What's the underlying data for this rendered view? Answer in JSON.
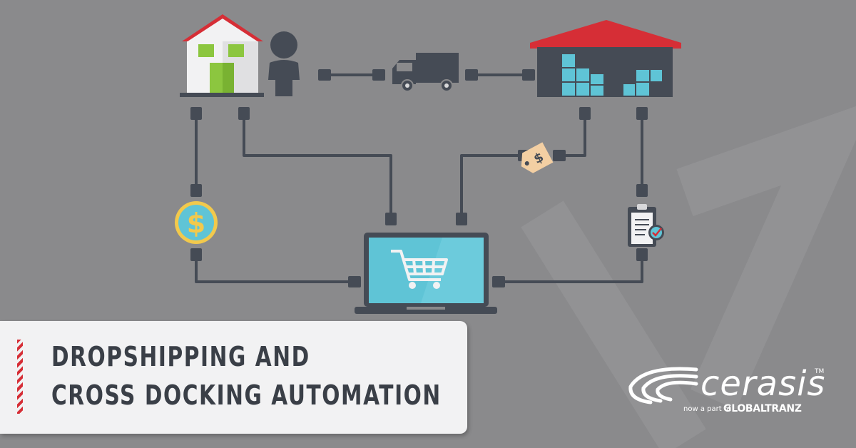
{
  "title": {
    "line1": "DROPSHIPPING AND",
    "line2": "CROSS DOCKING AUTOMATION"
  },
  "brand": {
    "name": "cerasis",
    "trademark": "TM",
    "sub_prefix": "now a part of",
    "sub_company": "GLOBALTRANZ"
  },
  "icons": {
    "price_tag_symbol": "$",
    "coin_symbol": "$"
  },
  "colors": {
    "background": "#8a8a8c",
    "roof_red": "#d62e36",
    "dark": "#454b55",
    "teal": "#5fc4d6",
    "green": "#8cc63f",
    "gold": "#f2c94c",
    "tag": "#f3cfa3"
  }
}
